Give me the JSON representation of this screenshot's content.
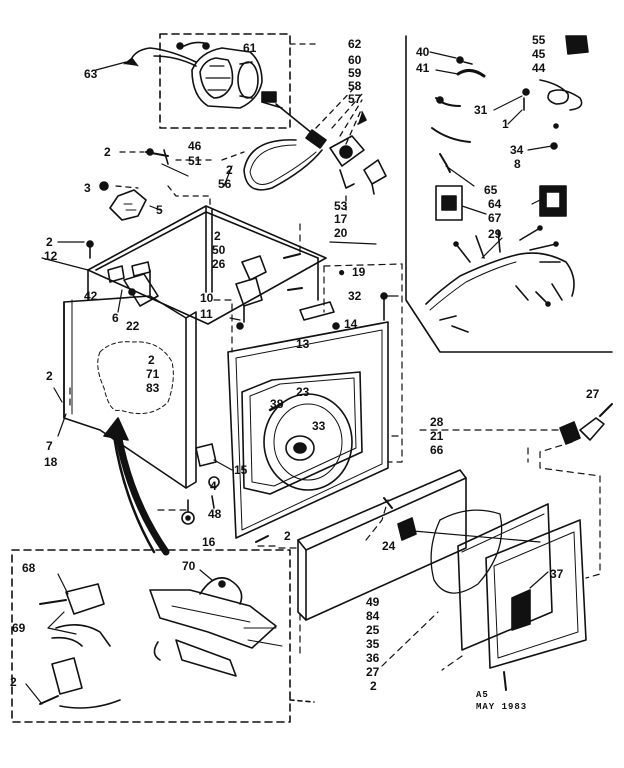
{
  "callouts": {
    "c62": "62",
    "c60": "60",
    "c59": "59",
    "c58": "58",
    "c57": "57",
    "c61": "61",
    "c63": "63",
    "c46": "46",
    "c51": "51",
    "c2a": "2",
    "c2b": "2",
    "c56": "56",
    "c3": "3",
    "c5": "5",
    "c53": "53",
    "c17": "17",
    "c20": "20",
    "c2c": "2",
    "c12": "12",
    "c42": "42",
    "c6": "6",
    "c22": "22",
    "c2d": "2",
    "c50": "50",
    "c26": "26",
    "c10": "10",
    "c11": "11",
    "c19": "19",
    "c32": "32",
    "c14": "14",
    "c13": "13",
    "c2e": "2",
    "c71": "71",
    "c83": "83",
    "c2f": "2",
    "c7": "7",
    "c18": "18",
    "c23": "23",
    "c38": "38",
    "c33": "33",
    "c15": "15",
    "c4": "4",
    "c48": "48",
    "c16": "16",
    "c2g": "2",
    "c28": "28",
    "c21": "21",
    "c66": "66",
    "c27a": "27",
    "c24": "24",
    "c37": "37",
    "c49": "49",
    "c84": "84",
    "c25": "25",
    "c35": "35",
    "c36": "36",
    "c27b": "27",
    "c2h": "2",
    "c68": "68",
    "c70": "70",
    "c69": "69",
    "c2i": "2",
    "c40": "40",
    "c41": "41",
    "c55": "55",
    "c45": "45",
    "c44": "44",
    "c31": "31",
    "c1": "1",
    "c34": "34",
    "c8": "8",
    "c65": "65",
    "c64": "64",
    "c67": "67",
    "c29": "29"
  },
  "stamp": {
    "line1": "A5",
    "line2": "MAY 1983"
  }
}
